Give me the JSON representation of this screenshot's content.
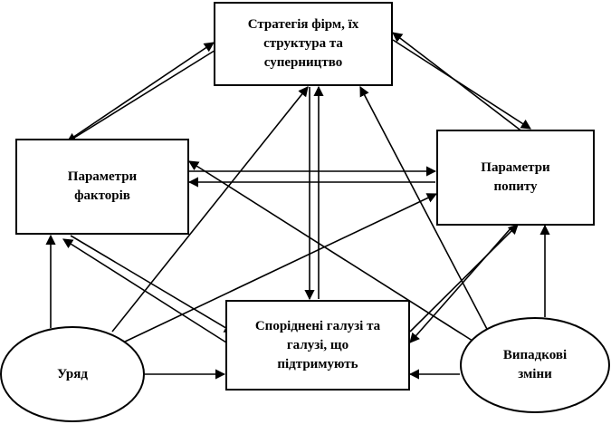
{
  "nodes": {
    "strategy": "Стратегія фірм, їх\nструктура та\nсуперництво",
    "factors": "Параметри\nфакторів",
    "demand": "Параметри\nпопиту",
    "related": "Споріднені галузі та\nгалузі, що\nпідтримують",
    "government": "Уряд",
    "chance": "Випадкові\nзміни"
  },
  "connections": [
    {
      "from": "factors",
      "to": "strategy",
      "style": "double-arrow"
    },
    {
      "from": "strategy",
      "to": "demand",
      "style": "double-arrow"
    },
    {
      "from": "factors",
      "to": "demand",
      "style": "double-arrow"
    },
    {
      "from": "factors",
      "to": "related",
      "style": "double-arrow"
    },
    {
      "from": "demand",
      "to": "related",
      "style": "double-arrow"
    },
    {
      "from": "strategy",
      "to": "related",
      "style": "double-arrow"
    },
    {
      "from": "government",
      "to": "factors",
      "style": "arrow"
    },
    {
      "from": "government",
      "to": "strategy",
      "style": "arrow"
    },
    {
      "from": "government",
      "to": "demand",
      "style": "arrow"
    },
    {
      "from": "government",
      "to": "related",
      "style": "arrow"
    },
    {
      "from": "chance",
      "to": "factors",
      "style": "arrow"
    },
    {
      "from": "chance",
      "to": "strategy",
      "style": "arrow"
    },
    {
      "from": "chance",
      "to": "demand",
      "style": "arrow"
    },
    {
      "from": "chance",
      "to": "related",
      "style": "arrow"
    }
  ]
}
